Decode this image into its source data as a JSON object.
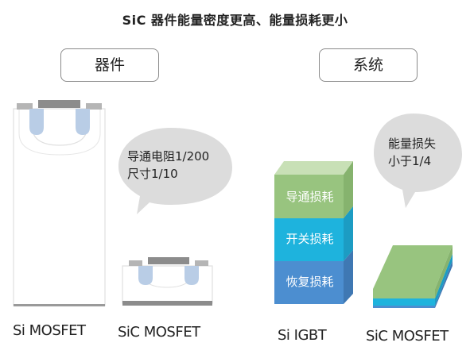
{
  "title": "SiC 器件能量密度更高、能量损耗更小",
  "headers": {
    "device": "器件",
    "system": "系统"
  },
  "devices": {
    "si_mosfet": "Si MOSFET",
    "sic_mosfet": "SiC MOSFET"
  },
  "systems": {
    "si_igbt": "Si IGBT",
    "sic_mosfet": "SiC MOSFET"
  },
  "bubbles": {
    "device": {
      "line1": "导通电阻1/200",
      "line2": "尺寸1/10"
    },
    "system": {
      "line1": "能量损失",
      "line2": "小于1/4"
    }
  },
  "loss_layers": {
    "conduction": "导通损耗",
    "switching": "开关损耗",
    "recovery": "恢复损耗"
  },
  "colors": {
    "green": "#98c47f",
    "cyan": "#1eb3dd",
    "blue": "#4c8ed0",
    "bubble": "#dcdcdc",
    "gate_blue": "#b9cde6"
  }
}
